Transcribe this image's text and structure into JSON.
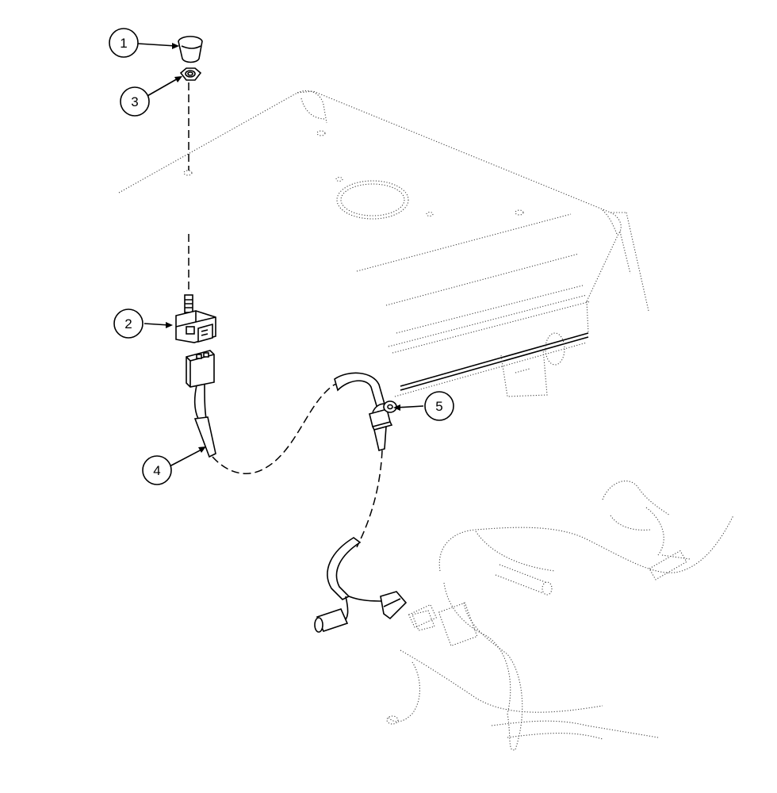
{
  "callouts": [
    {
      "id": "1",
      "label": "1"
    },
    {
      "id": "2",
      "label": "2"
    },
    {
      "id": "3",
      "label": "3"
    },
    {
      "id": "4",
      "label": "4"
    },
    {
      "id": "5",
      "label": "5"
    }
  ],
  "colors": {
    "line": "#000000",
    "background": "#ffffff",
    "ghost": "#444444"
  }
}
